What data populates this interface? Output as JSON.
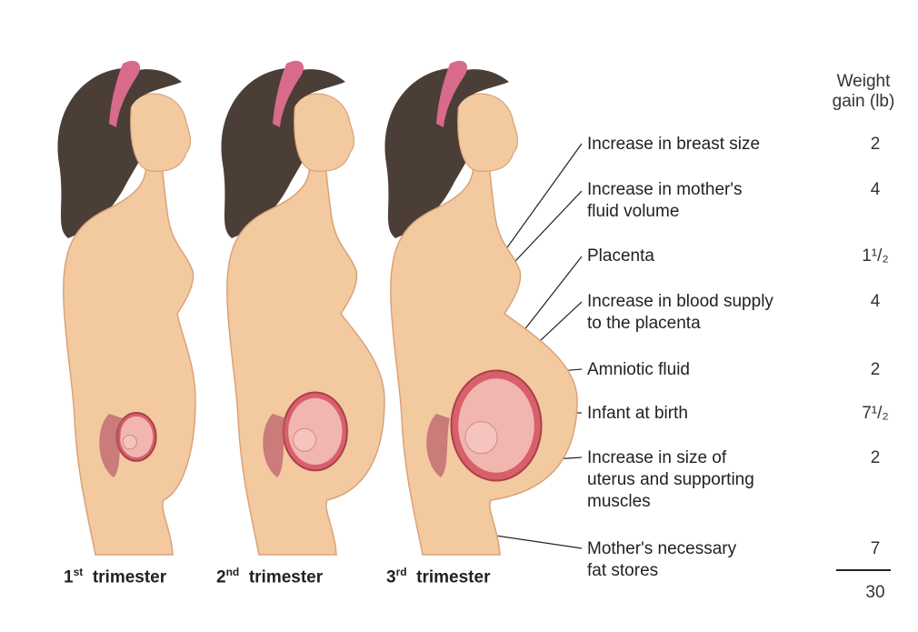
{
  "header": {
    "weight_line1": "Weight",
    "weight_line2": "gain (lb)"
  },
  "components": [
    {
      "label_lines": [
        "Increase in breast size"
      ],
      "weight": "2"
    },
    {
      "label_lines": [
        "Increase in mother's",
        "fluid volume"
      ],
      "weight": "4"
    },
    {
      "label_lines": [
        "Placenta"
      ],
      "weight": "1¹/₂"
    },
    {
      "label_lines": [
        "Increase in blood supply",
        "to the placenta"
      ],
      "weight": "4"
    },
    {
      "label_lines": [
        "Amniotic fluid"
      ],
      "weight": "2"
    },
    {
      "label_lines": [
        "Infant at birth"
      ],
      "weight": "7¹/₂"
    },
    {
      "label_lines": [
        "Increase in size of",
        "uterus and supporting",
        "muscles"
      ],
      "weight": "2"
    },
    {
      "label_lines": [
        "Mother's necessary",
        "fat stores"
      ],
      "weight": "7"
    }
  ],
  "total": "30",
  "trimesters": [
    {
      "num": "1",
      "suffix": "st",
      "word": "trimester"
    },
    {
      "num": "2",
      "suffix": "nd",
      "word": "trimester"
    },
    {
      "num": "3",
      "suffix": "rd",
      "word": "trimester"
    }
  ],
  "colors": {
    "skin": "#f3c9a0",
    "skin_shadow": "#d9a27a",
    "hair": "#4a3e36",
    "headband": "#d86a8c",
    "uterus": "#d9606a",
    "fetus": "#f2b6b0",
    "line": "#222222"
  }
}
